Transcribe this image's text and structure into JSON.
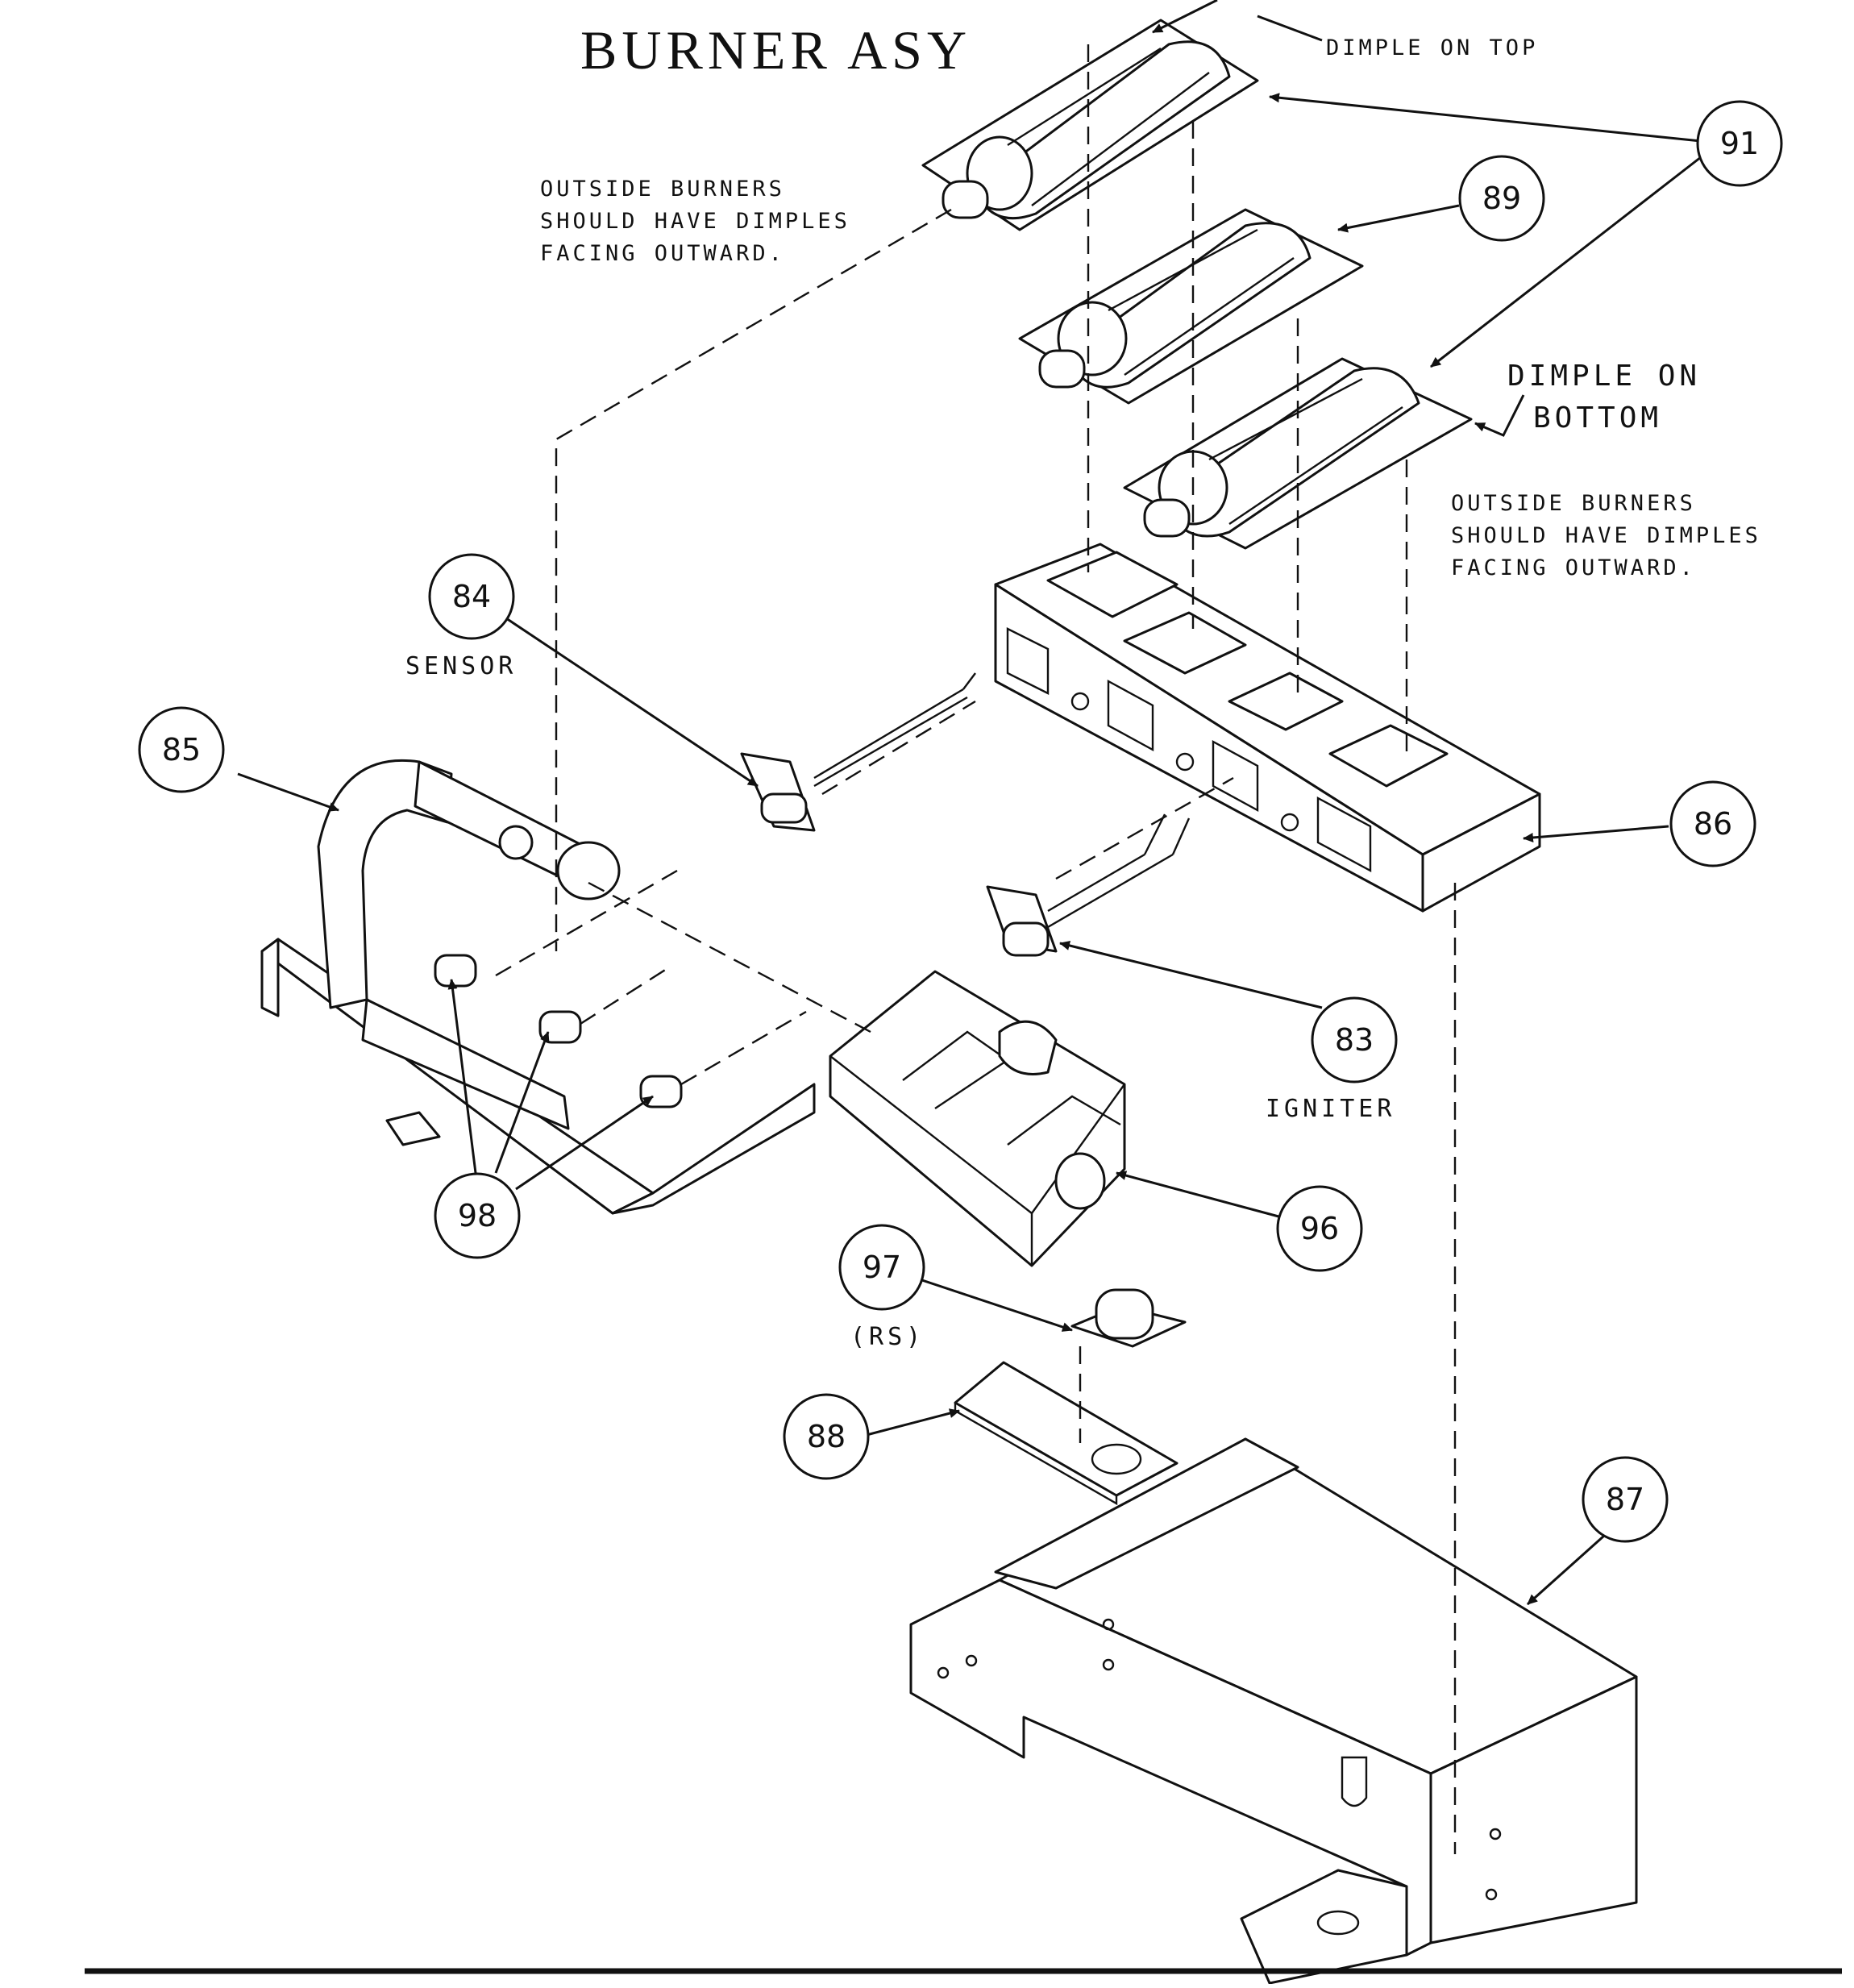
{
  "title": "BURNER ASY",
  "notes": {
    "dimple_top": "DIMPLE ON TOP",
    "dimple_bottom_1": "DIMPLE ON",
    "dimple_bottom_2": "BOTTOM",
    "outside_left": [
      "OUTSIDE BURNERS",
      "SHOULD HAVE DIMPLES",
      "FACING OUTWARD."
    ],
    "outside_right": [
      "OUTSIDE BURNERS",
      "SHOULD HAVE DIMPLES",
      "FACING OUTWARD."
    ]
  },
  "labels": {
    "sensor": "SENSOR",
    "igniter": "IGNITER",
    "rs": "(RS)"
  },
  "callouts": {
    "c91": "91",
    "c89": "89",
    "c84": "84",
    "c85": "85",
    "c86": "86",
    "c83": "83",
    "c96": "96",
    "c97": "97",
    "c98": "98",
    "c88": "88",
    "c87": "87"
  }
}
